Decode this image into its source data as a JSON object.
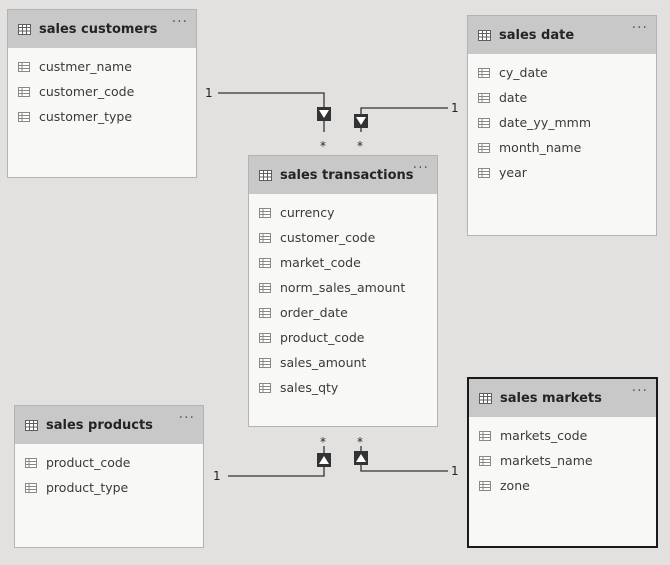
{
  "tables": {
    "customers": {
      "title": "sales customers",
      "more_label": "···",
      "fields": [
        "custmer_name",
        "customer_code",
        "customer_type"
      ]
    },
    "date": {
      "title": "sales date",
      "more_label": "···",
      "fields": [
        "cy_date",
        "date",
        "date_yy_mmm",
        "month_name",
        "year"
      ]
    },
    "transactions": {
      "title": "sales transactions",
      "more_label": "···",
      "fields": [
        "currency",
        "customer_code",
        "market_code",
        "norm_sales_amount",
        "order_date",
        "product_code",
        "sales_amount",
        "sales_qty"
      ]
    },
    "products": {
      "title": "sales products",
      "more_label": "···",
      "fields": [
        "product_code",
        "product_type"
      ]
    },
    "markets": {
      "title": "sales markets",
      "more_label": "···",
      "fields": [
        "markets_code",
        "markets_name",
        "zone"
      ]
    }
  },
  "relationships": {
    "customers_transactions": {
      "one": "1",
      "many": "*"
    },
    "date_transactions": {
      "one": "1",
      "many": "*"
    },
    "products_transactions": {
      "one": "1",
      "many": "*"
    },
    "markets_transactions": {
      "one": "1",
      "many": "*"
    }
  },
  "colors": {
    "background": "#e2e1df",
    "header": "#c8c8c8",
    "line": "#333333"
  },
  "selected_table": "sales markets"
}
